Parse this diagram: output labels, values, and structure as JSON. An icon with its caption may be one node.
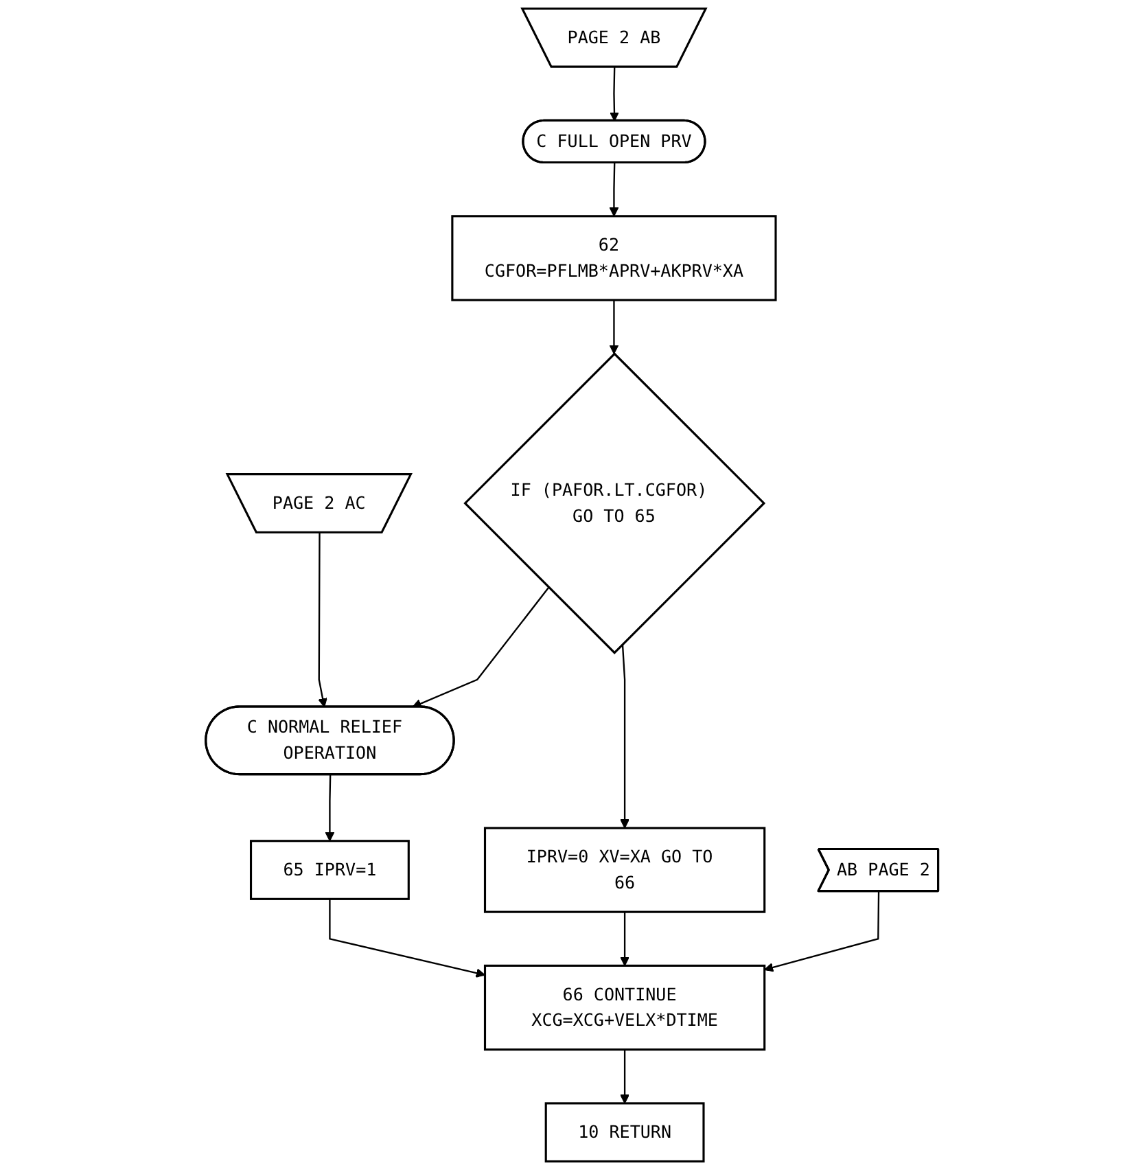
{
  "diagram": {
    "nodes": [
      {
        "text": [
          "PAGE 2 AB"
        ]
      },
      {
        "text": [
          "PAGE 2 AC"
        ]
      },
      {
        "text": [
          "C FULL OPEN PRV"
        ]
      },
      {
        "text": [
          "62 CGFOR=PFLMB*APRV+AKPRV*XA"
        ]
      },
      {
        "text": [
          "IF (PAFOR.LT.CGFOR) GO TO 65"
        ]
      },
      {
        "text": [
          "IPRV=0 XV=XA GO TO 66"
        ]
      },
      {
        "text": [
          "C NORMAL RELIEF OPERATION"
        ]
      },
      {
        "text": [
          "65 IPRV=1"
        ]
      },
      {
        "text": [
          "AB PAGE 2"
        ]
      },
      {
        "text": [
          "66 CONTINUE XCG=XCG+VELX*DTIME"
        ]
      },
      {
        "text": [
          "10 RETURN"
        ]
      }
    ],
    "edges": [
      {
        "from": 0,
        "to": 2,
        "arrow": "to"
      },
      {
        "from": 2,
        "to": 3,
        "arrow": "to"
      },
      {
        "from": 3,
        "to": 4,
        "arrow": "to"
      },
      {
        "from": 4,
        "to": 5,
        "arrow": "to"
      },
      {
        "from": 4,
        "to": 6,
        "arrow": "to"
      },
      {
        "from": 1,
        "to": 6,
        "arrow": "to"
      },
      {
        "from": 6,
        "to": 7,
        "arrow": "to"
      },
      {
        "from": 7,
        "to": 9,
        "arrow": "to"
      },
      {
        "from": 5,
        "to": 9,
        "arrow": "to"
      },
      {
        "from": 8,
        "to": 9,
        "arrow": "to"
      },
      {
        "from": 9,
        "to": 10,
        "arrow": "to"
      }
    ]
  }
}
